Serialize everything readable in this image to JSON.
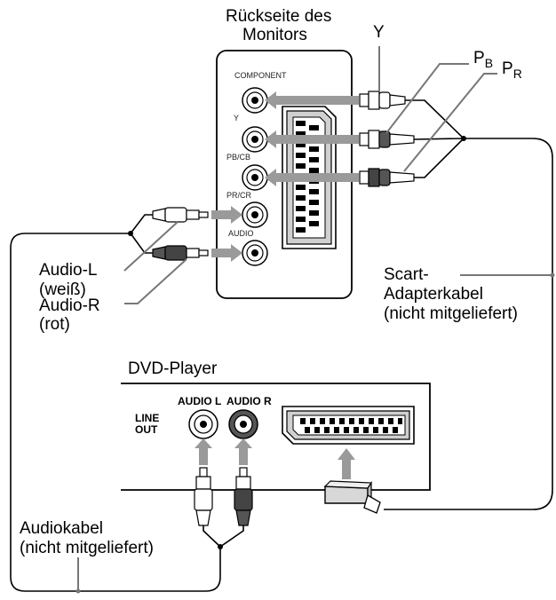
{
  "monitor": {
    "title_line1": "Rückseite des",
    "title_line2": "Monitors",
    "component_label": "COMPONENT",
    "jack_y": "Y",
    "jack_pb": "PB/CB",
    "jack_pr": "PR/CR",
    "audio_label": "AUDIO"
  },
  "signal_labels": {
    "y": "Y",
    "pb_main": "P",
    "pb_sub": "B",
    "pr_main": "P",
    "pr_sub": "R"
  },
  "audio_plugs": {
    "left_line1": "Audio-L",
    "left_line2": "(weiß)",
    "right_line1": "Audio-R",
    "right_line2": "(rot)"
  },
  "scart_cable": {
    "line1": "Scart-",
    "line2": "Adapterkabel",
    "line3": "(nicht mitgeliefert)"
  },
  "dvd": {
    "title": "DVD-Player",
    "audio_l": "AUDIO L",
    "audio_r": "AUDIO R",
    "line_out_1": "LINE",
    "line_out_2": "OUT"
  },
  "audio_cable": {
    "line1": "Audiokabel",
    "line2": "(nicht mitgeliefert)"
  }
}
